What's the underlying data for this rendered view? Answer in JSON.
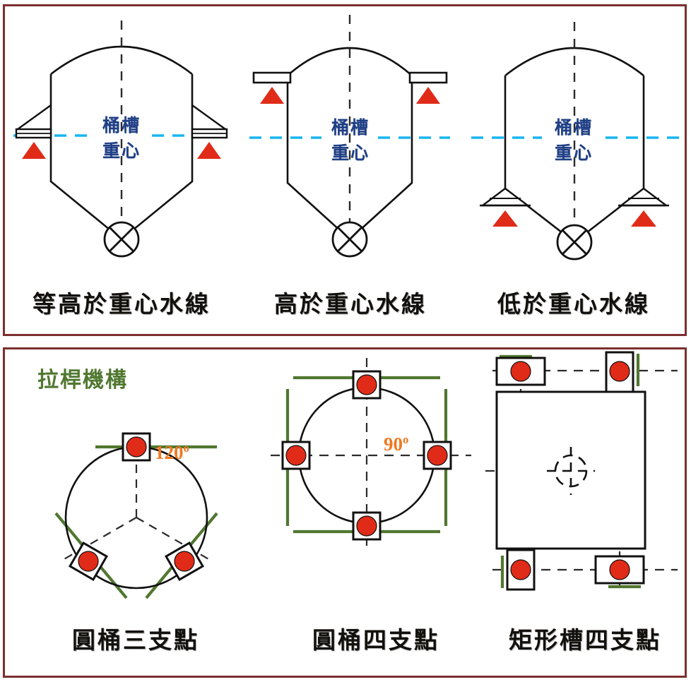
{
  "figure": {
    "border_color": "#7d2f2f",
    "background": "#ffffff"
  },
  "palette": {
    "outline": "#111111",
    "cog_line": "#19b5f0",
    "cog_text": "#1f3f86",
    "support_red": "#e02b18",
    "rod_green": "#50772f",
    "angle_orange": "#f07820",
    "frame": "#7d2f2f"
  },
  "top_panel": {
    "name": "support-elevation-panel",
    "cog_label": "桶槽\n重心",
    "cog_label_line1": "桶槽",
    "cog_label_line2": "重心",
    "cells": [
      {
        "id": "tank-level-with-cog",
        "caption": "等高於重心水線",
        "support_position": "level",
        "cog_line_color": "#19b5f0",
        "bracket_style": "gusset-plate",
        "support_marker": "red-triangle"
      },
      {
        "id": "tank-above-cog",
        "caption": "高於重心水線",
        "support_position": "above",
        "cog_line_color": "#19b5f0",
        "bracket_style": "flat-plate",
        "support_marker": "red-triangle"
      },
      {
        "id": "tank-below-cog",
        "caption": "低於重心水線",
        "support_position": "below",
        "cog_line_color": "#19b5f0",
        "bracket_style": "cone-bracket",
        "support_marker": "red-triangle"
      }
    ]
  },
  "bottom_panel": {
    "name": "support-plan-panel",
    "rod_mechanism_label": "拉桿機構",
    "cells": [
      {
        "id": "round-tank-three-supports",
        "caption": "圓桶三支點",
        "angle": "120",
        "angle_unit": "o",
        "support_count": 3,
        "shape": "circle"
      },
      {
        "id": "round-tank-four-supports",
        "caption": "圓桶四支點",
        "angle": "90",
        "angle_unit": "o",
        "support_count": 4,
        "shape": "circle"
      },
      {
        "id": "rect-tank-four-supports",
        "caption": "矩形槽四支點",
        "angle": "",
        "angle_unit": "",
        "support_count": 4,
        "shape": "rectangle",
        "center_marker": "center-of-gravity"
      }
    ]
  }
}
